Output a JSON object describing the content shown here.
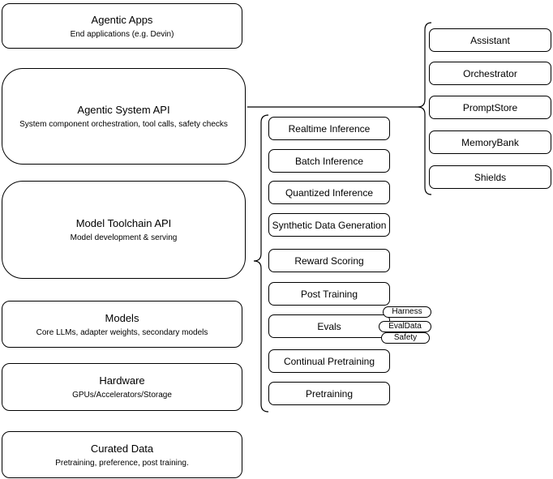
{
  "diagram": {
    "layers": [
      {
        "title": "Agentic Apps",
        "subtitle": "End applications (e.g. Devin)"
      },
      {
        "title": "Agentic System API",
        "subtitle": "System component orchestration, tool calls, safety checks"
      },
      {
        "title": "Model Toolchain API",
        "subtitle": "Model development & serving"
      },
      {
        "title": "Models",
        "subtitle": "Core LLMs, adapter weights, secondary models"
      },
      {
        "title": "Hardware",
        "subtitle": "GPUs/Accelerators/Storage"
      },
      {
        "title": "Curated Data",
        "subtitle": "Pretraining, preference, post training."
      }
    ],
    "toolchain_services": [
      "Realtime Inference",
      "Batch Inference",
      "Quantized Inference",
      "Synthetic Data Generation",
      "Reward Scoring",
      "Post Training",
      "Evals",
      "Continual Pretraining",
      "Pretraining"
    ],
    "eval_tags": [
      "Harness",
      "EvalData",
      "Safety"
    ],
    "system_components": [
      "Assistant",
      "Orchestrator",
      "PromptStore",
      "MemoryBank",
      "Shields"
    ],
    "colors": {
      "stroke": "#000000",
      "fill": "#ffffff",
      "text": "#000000"
    }
  }
}
